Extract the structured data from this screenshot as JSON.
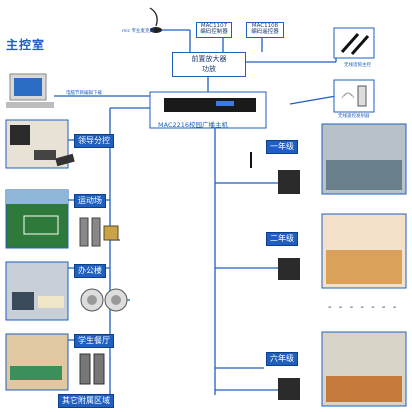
{
  "title": "主控室",
  "mic_label": "mic 专业麦克风",
  "mac1107": {
    "line1": "MAC1107",
    "line2": "编码控制器"
  },
  "mac1108": {
    "line1": "MAC1108",
    "line2": "编码遥控器"
  },
  "amp": {
    "line1": "前置放大器",
    "line2": "功放"
  },
  "host": {
    "label": "MAC2216校园广播主机"
  },
  "pc_label": "电脑节目编辑下载",
  "wireless_mic_label": "无线话筒主控",
  "remote_label": "无线遥控发射器",
  "left_rooms": [
    "领导分控",
    "运动场",
    "办公楼",
    "学生餐厅",
    "其它附属区域"
  ],
  "right_rooms": [
    "一年级",
    "二年级",
    "六年级"
  ],
  "ellipsis": "- - - - - - -",
  "colors": {
    "line": "#1e5fbf",
    "tag_bg": "#1e5fbf",
    "speaker": "#2b2b2b"
  }
}
